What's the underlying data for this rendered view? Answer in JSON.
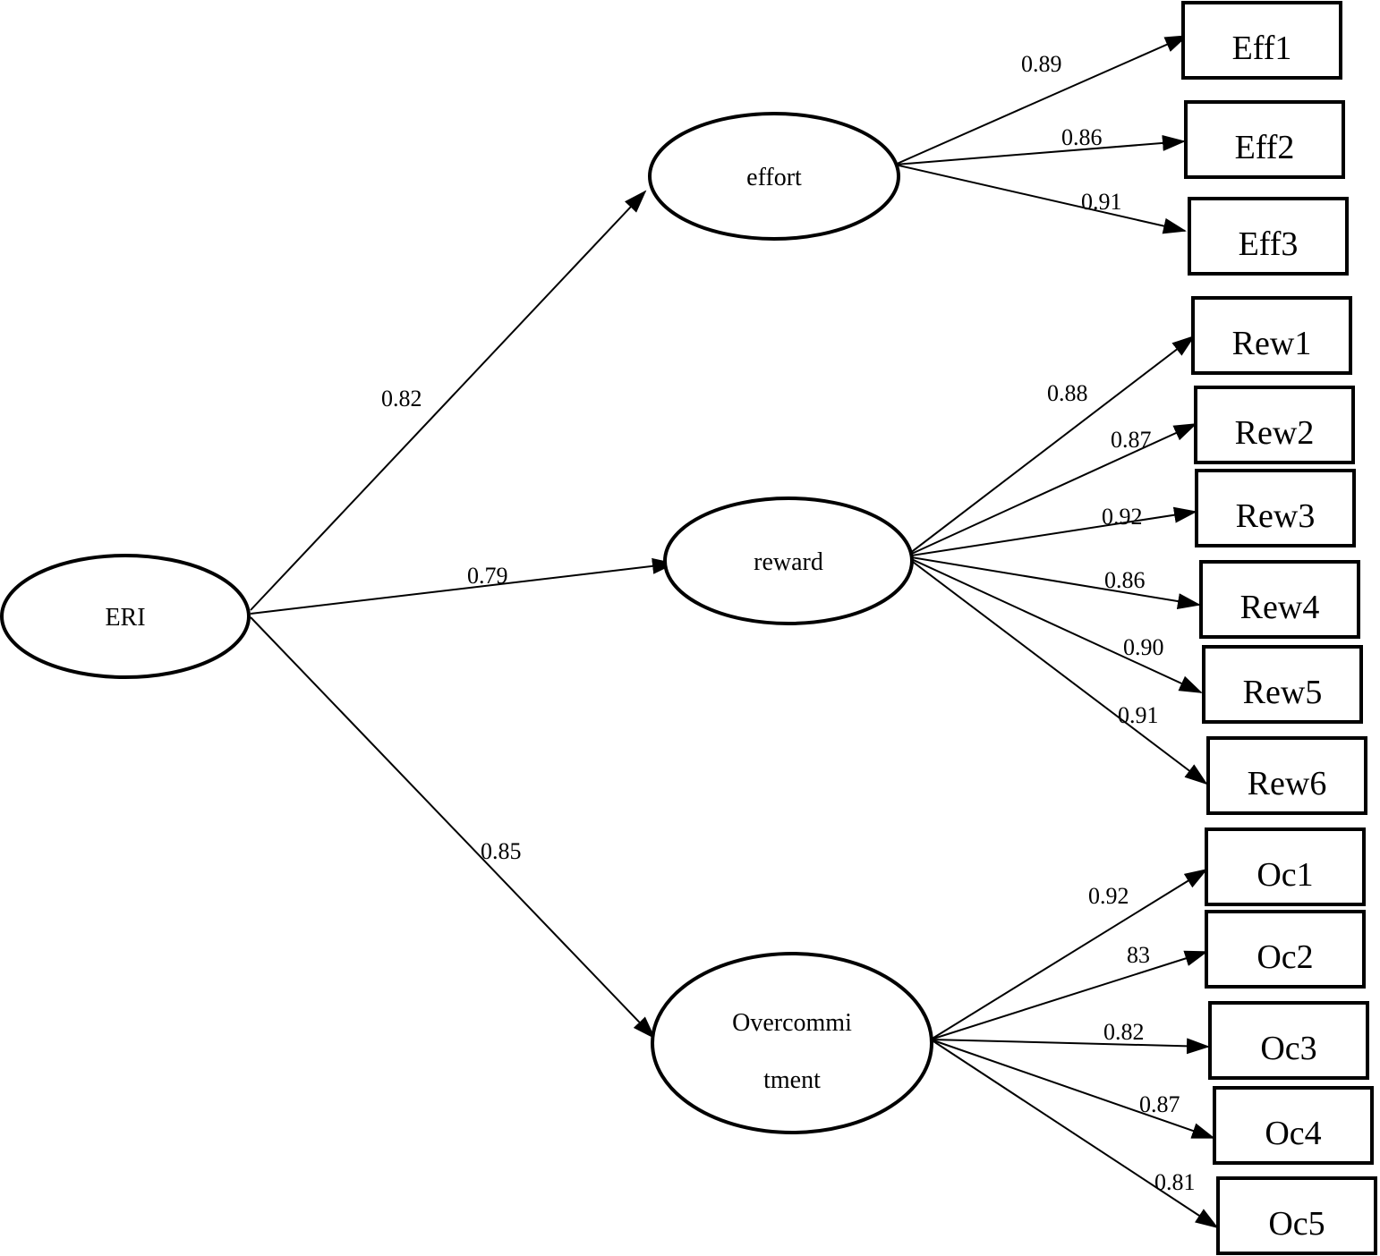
{
  "diagram": {
    "type": "structural equation model",
    "latent": {
      "eri": "ERI",
      "effort": "effort",
      "reward": "reward",
      "overcommitment": [
        "Overcommi",
        "tment"
      ]
    },
    "observed": {
      "eff1": "Eff1",
      "eff2": "Eff2",
      "eff3": "Eff3",
      "rew1": "Rew1",
      "rew2": "Rew2",
      "rew3": "Rew3",
      "rew4": "Rew4",
      "rew5": "Rew5",
      "rew6": "Rew6",
      "oc1": "Oc1",
      "oc2": "Oc2",
      "oc3": "Oc3",
      "oc4": "Oc4",
      "oc5": "Oc5"
    },
    "paths": [
      {
        "from": "ERI",
        "to": "effort",
        "coef": "0.82"
      },
      {
        "from": "ERI",
        "to": "reward",
        "coef": "0.79"
      },
      {
        "from": "ERI",
        "to": "Overcommitment",
        "coef": "0.85"
      },
      {
        "from": "effort",
        "to": "Eff1",
        "coef": "0.89"
      },
      {
        "from": "effort",
        "to": "Eff2",
        "coef": "0.86"
      },
      {
        "from": "effort",
        "to": "Eff3",
        "coef": "0.91"
      },
      {
        "from": "reward",
        "to": "Rew1",
        "coef": "0.88"
      },
      {
        "from": "reward",
        "to": "Rew2",
        "coef": "0.87"
      },
      {
        "from": "reward",
        "to": "Rew3",
        "coef": "0.92"
      },
      {
        "from": "reward",
        "to": "Rew4",
        "coef": "0.86"
      },
      {
        "from": "reward",
        "to": "Rew5",
        "coef": "0.90"
      },
      {
        "from": "reward",
        "to": "Rew6",
        "coef": "0.91"
      },
      {
        "from": "Overcommitment",
        "to": "Oc1",
        "coef": "0.92"
      },
      {
        "from": "Overcommitment",
        "to": "Oc2",
        "coef": "83"
      },
      {
        "from": "Overcommitment",
        "to": "Oc3",
        "coef": "0.82"
      },
      {
        "from": "Overcommitment",
        "to": "Oc4",
        "coef": "0.87"
      },
      {
        "from": "Overcommitment",
        "to": "Oc5",
        "coef": "0.81"
      }
    ]
  }
}
